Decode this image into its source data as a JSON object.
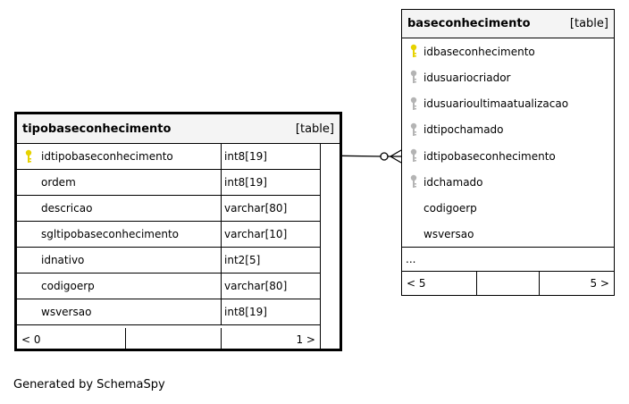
{
  "left_table": {
    "name": "tipobaseconhecimento",
    "kind": "[table]",
    "columns": [
      {
        "name": "idtipobaseconhecimento",
        "type": "int8[19]",
        "key": "primary"
      },
      {
        "name": "ordem",
        "type": "int8[19]",
        "key": ""
      },
      {
        "name": "descricao",
        "type": "varchar[80]",
        "key": ""
      },
      {
        "name": "sgltipobaseconhecimento",
        "type": "varchar[10]",
        "key": ""
      },
      {
        "name": "idnativo",
        "type": "int2[5]",
        "key": ""
      },
      {
        "name": "codigoerp",
        "type": "varchar[80]",
        "key": ""
      },
      {
        "name": "wsversao",
        "type": "int8[19]",
        "key": ""
      }
    ],
    "footer": {
      "left": "< 0",
      "right": "1 >"
    }
  },
  "right_table": {
    "name": "baseconhecimento",
    "kind": "[table]",
    "columns": [
      {
        "name": "idbaseconhecimento",
        "key": "primary"
      },
      {
        "name": "idusuariocriador",
        "key": "foreign"
      },
      {
        "name": "idusuarioultimaatualizacao",
        "key": "foreign"
      },
      {
        "name": "idtipochamado",
        "key": "foreign"
      },
      {
        "name": "idtipobaseconhecimento",
        "key": "foreign"
      },
      {
        "name": "idchamado",
        "key": "foreign"
      },
      {
        "name": "codigoerp",
        "key": ""
      },
      {
        "name": "wsversao",
        "key": ""
      }
    ],
    "ellipsis": "...",
    "footer": {
      "left": "< 5",
      "right": "5 >"
    }
  },
  "caption": "Generated by SchemaSpy",
  "colors": {
    "primary_key": "#e6d200",
    "foreign_key": "#b4b4b4",
    "header_bg": "#f4f4f4"
  }
}
